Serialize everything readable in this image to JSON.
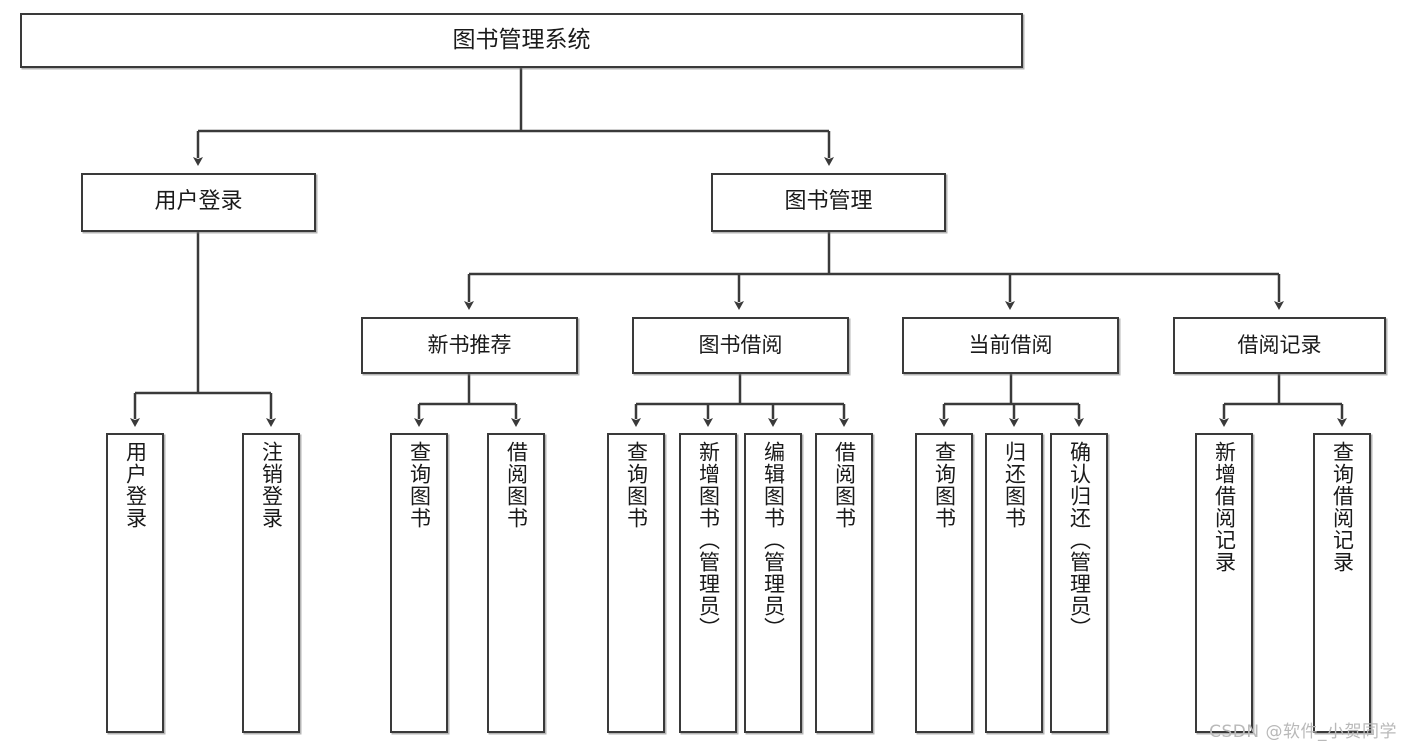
{
  "diagram": {
    "type": "tree",
    "title": "图书管理系统",
    "style": {
      "box_border_color": "#3a3a3a",
      "box_fill_color": "#ffffff",
      "connector_color": "#3a3a3a",
      "background_color": "#ffffff",
      "text_color": "#1a1a1a"
    },
    "root": {
      "label": "图书管理系统"
    },
    "level2": [
      {
        "label": "用户登录"
      },
      {
        "label": "图书管理"
      }
    ],
    "level3": [
      {
        "label": "新书推荐"
      },
      {
        "label": "图书借阅"
      },
      {
        "label": "当前借阅"
      },
      {
        "label": "借阅记录"
      }
    ],
    "leaves": {
      "user_login": [
        {
          "label": "用户登录"
        },
        {
          "label": "注销登录"
        }
      ],
      "new_book_recommend": [
        {
          "label": "查询图书"
        },
        {
          "label": "借阅图书"
        }
      ],
      "book_borrow": [
        {
          "label": "查询图书"
        },
        {
          "label": "新增图书（管理员）"
        },
        {
          "label": "编辑图书（管理员）"
        },
        {
          "label": "借阅图书"
        }
      ],
      "current_borrow": [
        {
          "label": "查询图书"
        },
        {
          "label": "归还图书"
        },
        {
          "label": "确认归还（管理员）"
        }
      ],
      "borrow_record": [
        {
          "label": "新增借阅记录"
        },
        {
          "label": "查询借阅记录"
        }
      ]
    }
  },
  "watermark": {
    "text": "CSDN @软件_小贺同学"
  }
}
